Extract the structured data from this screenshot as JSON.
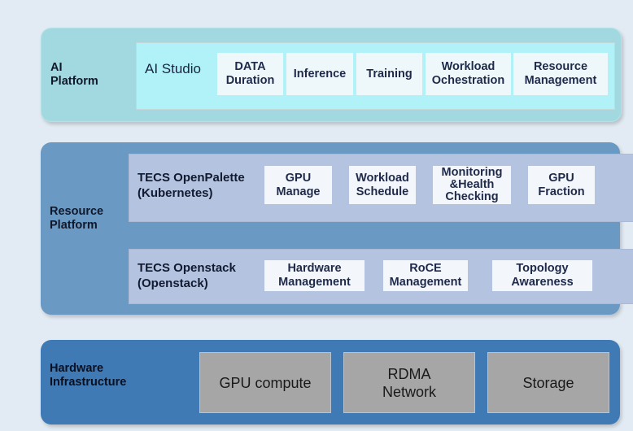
{
  "diagram": {
    "layers": {
      "ai_platform": {
        "label": "AI\nPlatform",
        "panel_title": "AI Studio",
        "modules": [
          "DATA\nDuration",
          "Inference",
          "Training",
          "Workload\nOchestration",
          "Resource\nManagement"
        ]
      },
      "resource_platform": {
        "label": "Resource\nPlatform",
        "panels": [
          {
            "title": "TECS OpenPalette\n(Kubernetes)",
            "modules": [
              "GPU\nManage",
              "Workload\nSchedule",
              "Monitoring\n&Health\nChecking",
              "GPU\nFraction"
            ]
          },
          {
            "title": "TECS Openstack\n(Openstack)",
            "modules": [
              "Hardware\nManagement",
              "RoCE\nManagement",
              "Topology\nAwareness"
            ]
          }
        ]
      },
      "hardware_infrastructure": {
        "label": "Hardware\nInfrastructure",
        "modules": [
          "GPU compute",
          "RDMA\nNetwork",
          "Storage"
        ]
      }
    },
    "colors": {
      "background": "#e2eaf3",
      "ai_layer": "#a2d9e0",
      "ai_panel": "#b0f2f8",
      "resource_layer": "#6a99c3",
      "resource_panel": "#b4c4e0",
      "hardware_layer": "#3f7ab5",
      "hardware_module": "#a6a6a6"
    }
  }
}
